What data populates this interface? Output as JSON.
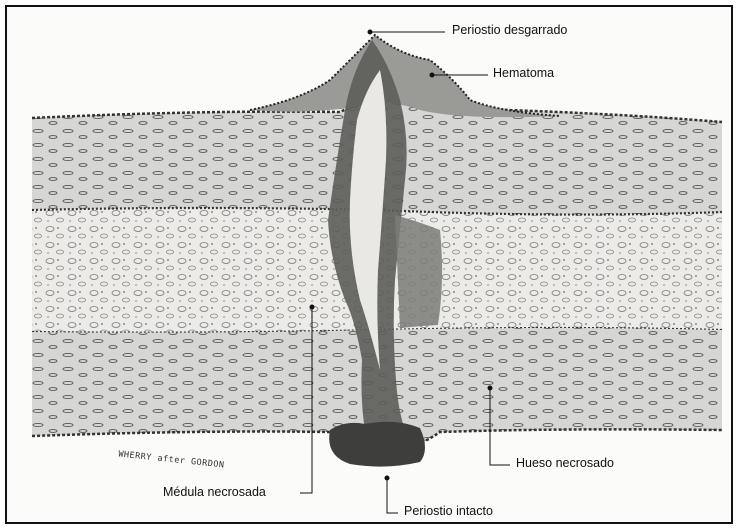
{
  "labels": {
    "periostio_desgarrado": "Periostio desgarrado",
    "hematoma": "Hematoma",
    "hueso_necrosado": "Hueso necrosado",
    "medula_necrosada": "Médula necrosada",
    "periostio_intacto": "Periostio intacto"
  },
  "signature": "WHERRY after GORDON",
  "colors": {
    "cortex": "#d6d6d4",
    "marrow": "#ecebe8",
    "hematoma": "#4a4a48",
    "ink": "#1a1a1a",
    "background": "#fbfbfa"
  }
}
